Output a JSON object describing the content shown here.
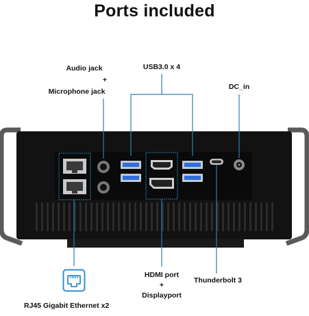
{
  "title": "Ports included",
  "labels": {
    "audio_jack": "Audio jack",
    "plus_1": "+",
    "microphone_jack": "Microphone jack",
    "usb": "USB3.0 x 4",
    "dc_in": "DC_in",
    "hdmi_port": "HDMI port",
    "plus_2": "+",
    "displayport": "Displayport",
    "thunderbolt": "Thunderbolt 3",
    "rj45": "RJ45 Gigabit Ethernet x2"
  },
  "colors": {
    "callout_line": "#2d7fb0",
    "usb_port": "#2e6fd8",
    "device_body": "#111111",
    "handle": "#555555",
    "icon_blue": "#2f8fd0"
  },
  "icons": {
    "rj45": "ethernet-port-icon"
  }
}
